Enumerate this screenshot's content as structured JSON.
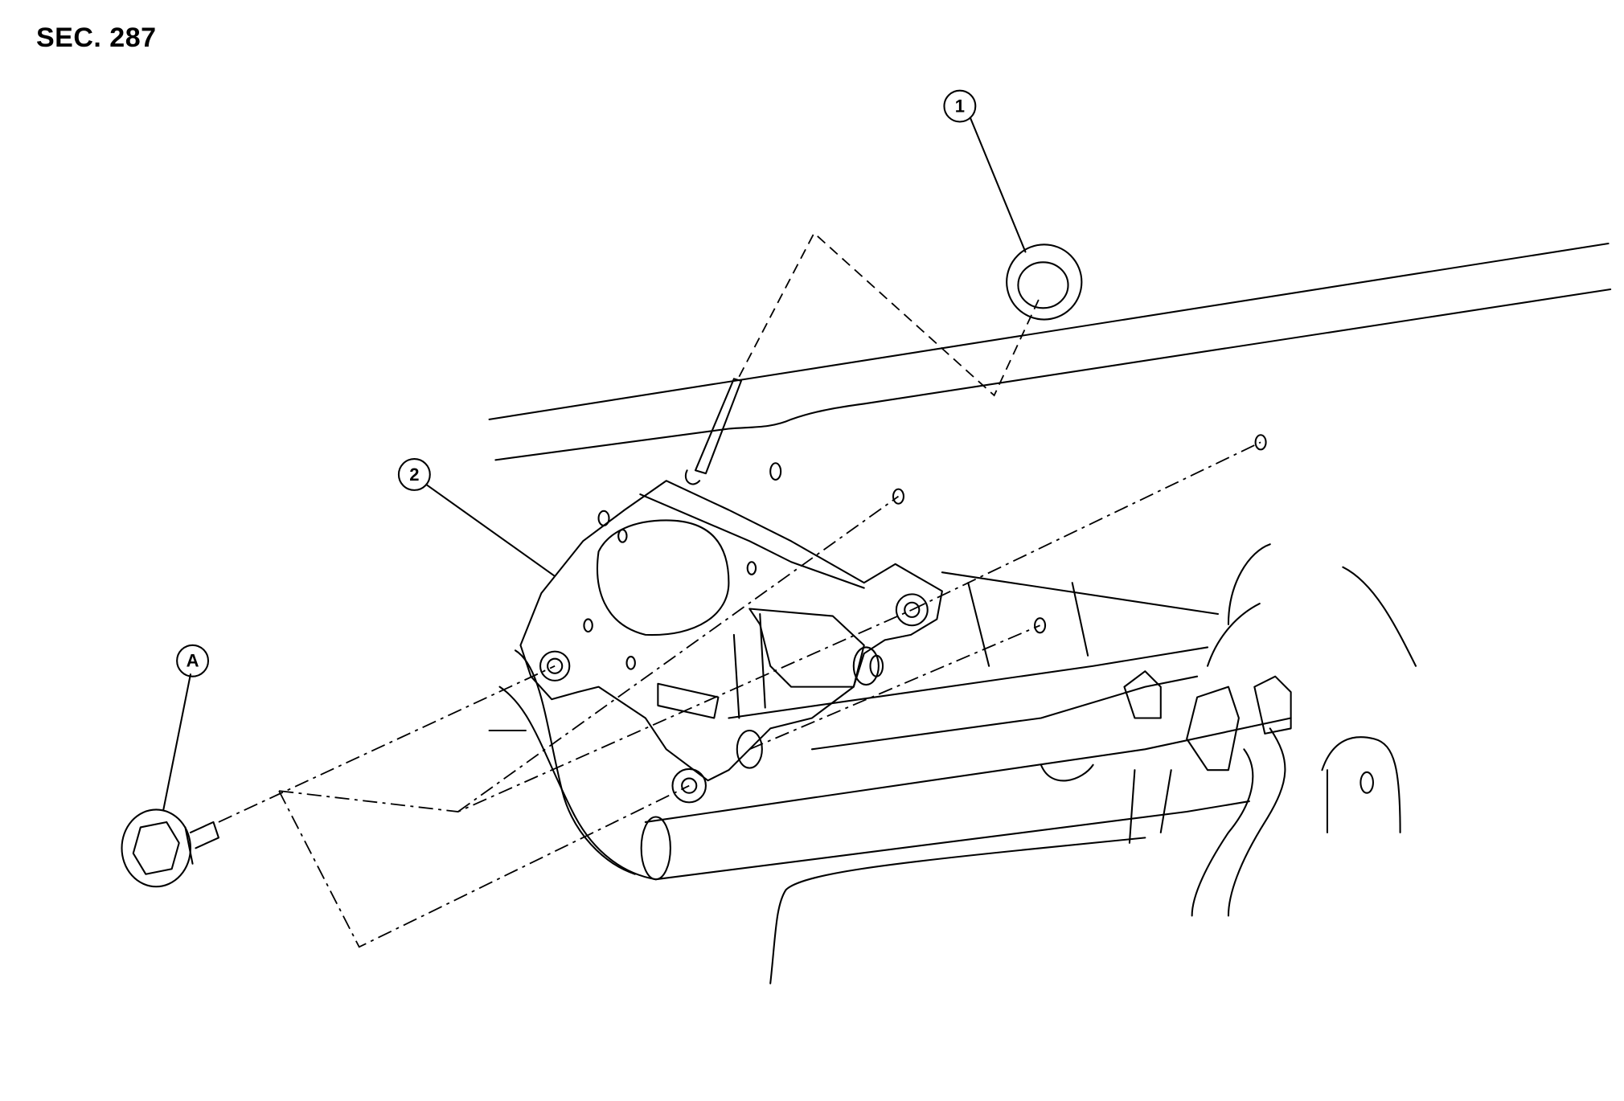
{
  "section_label": "SEC. 287",
  "callouts": {
    "part_1": "1",
    "part_2": "2",
    "fastener_a": "A"
  }
}
